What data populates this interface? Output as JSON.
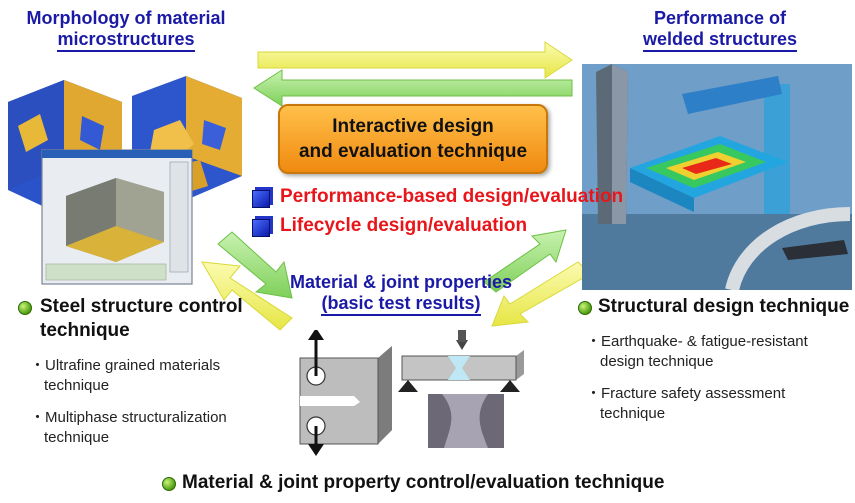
{
  "top_left_title": {
    "line1": "Morphology of material",
    "line2": "microstructures"
  },
  "top_right_title": {
    "line1": "Performance of",
    "line2": "welded structures"
  },
  "center_box": {
    "line1": "Interactive design",
    "line2": "and evaluation technique"
  },
  "red_items": [
    "Performance-based design/evaluation",
    "Lifecycle design/evaluation"
  ],
  "middle_title": {
    "line1": "Material & joint properties",
    "line2": "(basic test results)"
  },
  "left_section": {
    "heading_line1": "Steel structure control",
    "heading_line2": "technique",
    "bullets": [
      {
        "line1": "Ultrafine grained materials",
        "line2": "technique"
      },
      {
        "line1": "Multiphase structuralization",
        "line2": "technique"
      }
    ]
  },
  "right_section": {
    "heading": "Structural design technique",
    "bullets": [
      {
        "line1": "Earthquake- & fatigue-resistant",
        "line2": "design technique"
      },
      {
        "line1": "Fracture safety assessment",
        "line2": "technique"
      }
    ]
  },
  "bottom_heading": "Material & joint property control/evaluation technique",
  "colors": {
    "title_blue": "#1a1aa6",
    "highlight_red": "#e8161b",
    "box_orange": "#f5a21a",
    "arrow_yellow": "#f2f26a",
    "arrow_green": "#9be07a",
    "bullet_green": "#4e9d0f"
  }
}
